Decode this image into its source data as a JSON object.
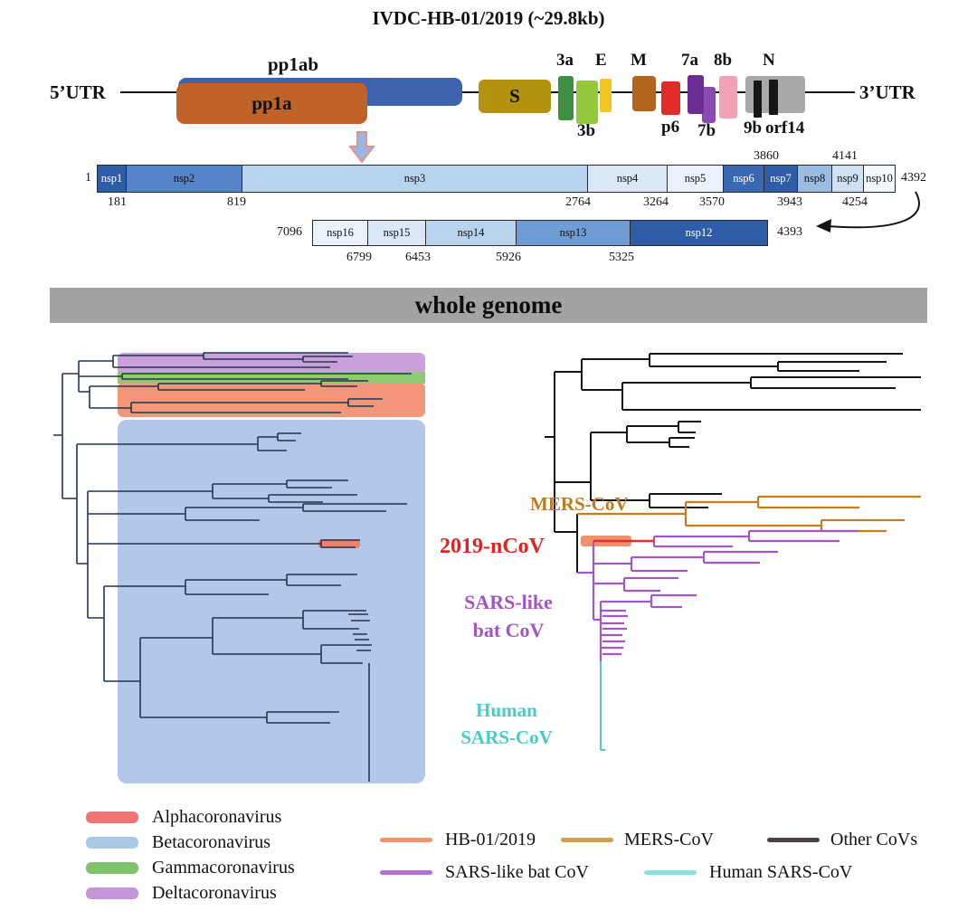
{
  "title": "IVDC-HB-01/2019  (~29.8kb)",
  "genome_map": {
    "utr5": "5’UTR",
    "utr3": "3’UTR",
    "pp1ab": {
      "label": "pp1ab",
      "color": "#3e62ab"
    },
    "pp1a": {
      "label": "pp1a",
      "color": "#c06327"
    },
    "s": {
      "label": "S",
      "color": "#b4920e"
    },
    "orf3a": {
      "label": "3a",
      "color": "#3f8f43"
    },
    "orf3b": {
      "label": "3b",
      "color": "#94c83d"
    },
    "orfE": {
      "label": "E",
      "color": "#f2c51d"
    },
    "orfM": {
      "label": "M",
      "color": "#b3651e"
    },
    "p6": {
      "label": "p6",
      "color": "#e22c28"
    },
    "orf7a": {
      "label": "7a",
      "color": "#6a2d91"
    },
    "orf7b": {
      "label": "7b",
      "color": "#8a4bb0"
    },
    "orf8b": {
      "label": "8b",
      "color": "#f0a3b5"
    },
    "orf9b": {
      "label": "9b",
      "color": "#161616"
    },
    "orfN": {
      "label": "N",
      "color": "#a9a9a9"
    },
    "orf14": {
      "label": "orf14",
      "color": "#161616"
    }
  },
  "nsp_row1": {
    "start": "1",
    "end": "4392",
    "above": [
      "3860",
      "4141"
    ],
    "below": [
      "181",
      "819",
      "2764",
      "3264",
      "3570",
      "3943",
      "4254"
    ],
    "segments": [
      {
        "label": "nsp1",
        "color": "#2e5ca6"
      },
      {
        "label": "nsp2",
        "color": "#5585c8"
      },
      {
        "label": "nsp3",
        "color": "#b7d3ee"
      },
      {
        "label": "nsp4",
        "color": "#d9e7f6"
      },
      {
        "label": "nsp5",
        "color": "#e9f1fa"
      },
      {
        "label": "nsp6",
        "color": "#3a68b2"
      },
      {
        "label": "nsp7",
        "color": "#2e5ca6"
      },
      {
        "label": "nsp8",
        "color": "#9cbbe2"
      },
      {
        "label": "nsp9",
        "color": "#cfe0f3"
      },
      {
        "label": "nsp10",
        "color": "#f2f7fc"
      }
    ]
  },
  "nsp_row2": {
    "start": "7096",
    "end": "4393",
    "below": [
      "6799",
      "6453",
      "5926",
      "5325"
    ],
    "segments": [
      {
        "label": "nsp16",
        "color": "#e9f1fa"
      },
      {
        "label": "nsp15",
        "color": "#d9e7f6"
      },
      {
        "label": "nsp14",
        "color": "#b7d3ee"
      },
      {
        "label": "nsp13",
        "color": "#6f9dd3"
      },
      {
        "label": "nsp12",
        "color": "#2e5ca6"
      }
    ]
  },
  "banner": "whole genome",
  "phylogeny": {
    "highlights": {
      "delta": "#c9a0dc",
      "gamma": "#8fca72",
      "alpha": "#f4967a",
      "beta": "#b3c8e8",
      "ncov_left": "#f08068",
      "ncov_right": "#f0916e"
    },
    "branch_colors": {
      "left_tree": "#23344e",
      "other": "#141414",
      "mers": "#c87a1e",
      "ncov": "#e62e2e",
      "sars_like": "#a257c4",
      "human_sars": "#52ccc8"
    },
    "labels": {
      "mers": "MERS-CoV",
      "ncov": "2019-nCoV",
      "sars_like_line1": "SARS-like",
      "sars_like_line2": "bat CoV",
      "human_sars_line1": "Human",
      "human_sars_line2": "SARS-CoV"
    }
  },
  "legend_genus": {
    "items": [
      {
        "label": "Alphacoronavirus",
        "color": "#f07474"
      },
      {
        "label": "Betacoronavirus",
        "color": "#a9c7e6"
      },
      {
        "label": "Gammacoronavirus",
        "color": "#7cc36b"
      },
      {
        "label": "Deltacoronavirus",
        "color": "#c493d8"
      }
    ]
  },
  "legend_lines": {
    "items": [
      {
        "label": "HB-01/2019",
        "color": "#f0946c"
      },
      {
        "label": "MERS-CoV",
        "color": "#d0a048"
      },
      {
        "label": "Other CoVs",
        "color": "#4a4242"
      },
      {
        "label": "SARS-like bat CoV",
        "color": "#b470cc"
      },
      {
        "label": "Human SARS-CoV",
        "color": "#8ce0da"
      }
    ]
  }
}
